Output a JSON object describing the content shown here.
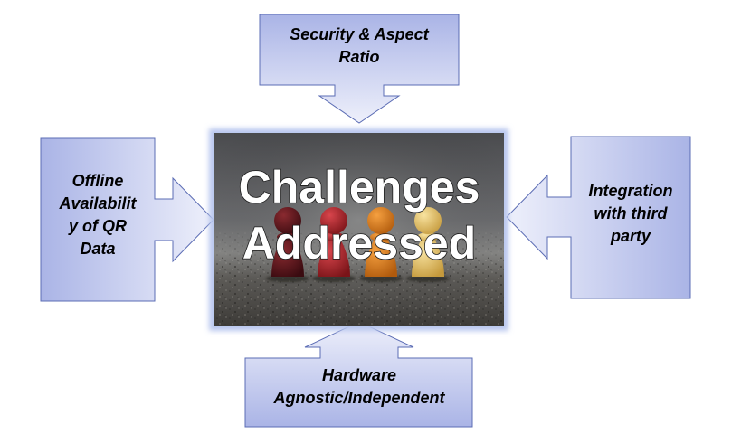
{
  "center": {
    "title_line1": "Challenges",
    "title_line2": "Addressed",
    "image": "four wooden game pawns (maroon, red, orange, yellow) on gravel"
  },
  "callouts": {
    "top": {
      "line1": "Security & Aspect",
      "line2": "Ratio"
    },
    "left": {
      "line1": "Offline",
      "line2": "Availabilit",
      "line3": "y of QR",
      "line4": "Data"
    },
    "right": {
      "line1": "Integration",
      "line2": "with third",
      "line3": "party"
    },
    "bottom": {
      "line1": "Hardware",
      "line2": "Agnostic/Independent"
    }
  },
  "colors": {
    "callout_fill_light": "#eef0fb",
    "callout_fill_dark": "#aab4e6",
    "callout_border": "#5b6cb4",
    "center_glow": "#b8c6ee",
    "title_fill": "#ffffff",
    "title_outline": "#1a1a1a"
  }
}
